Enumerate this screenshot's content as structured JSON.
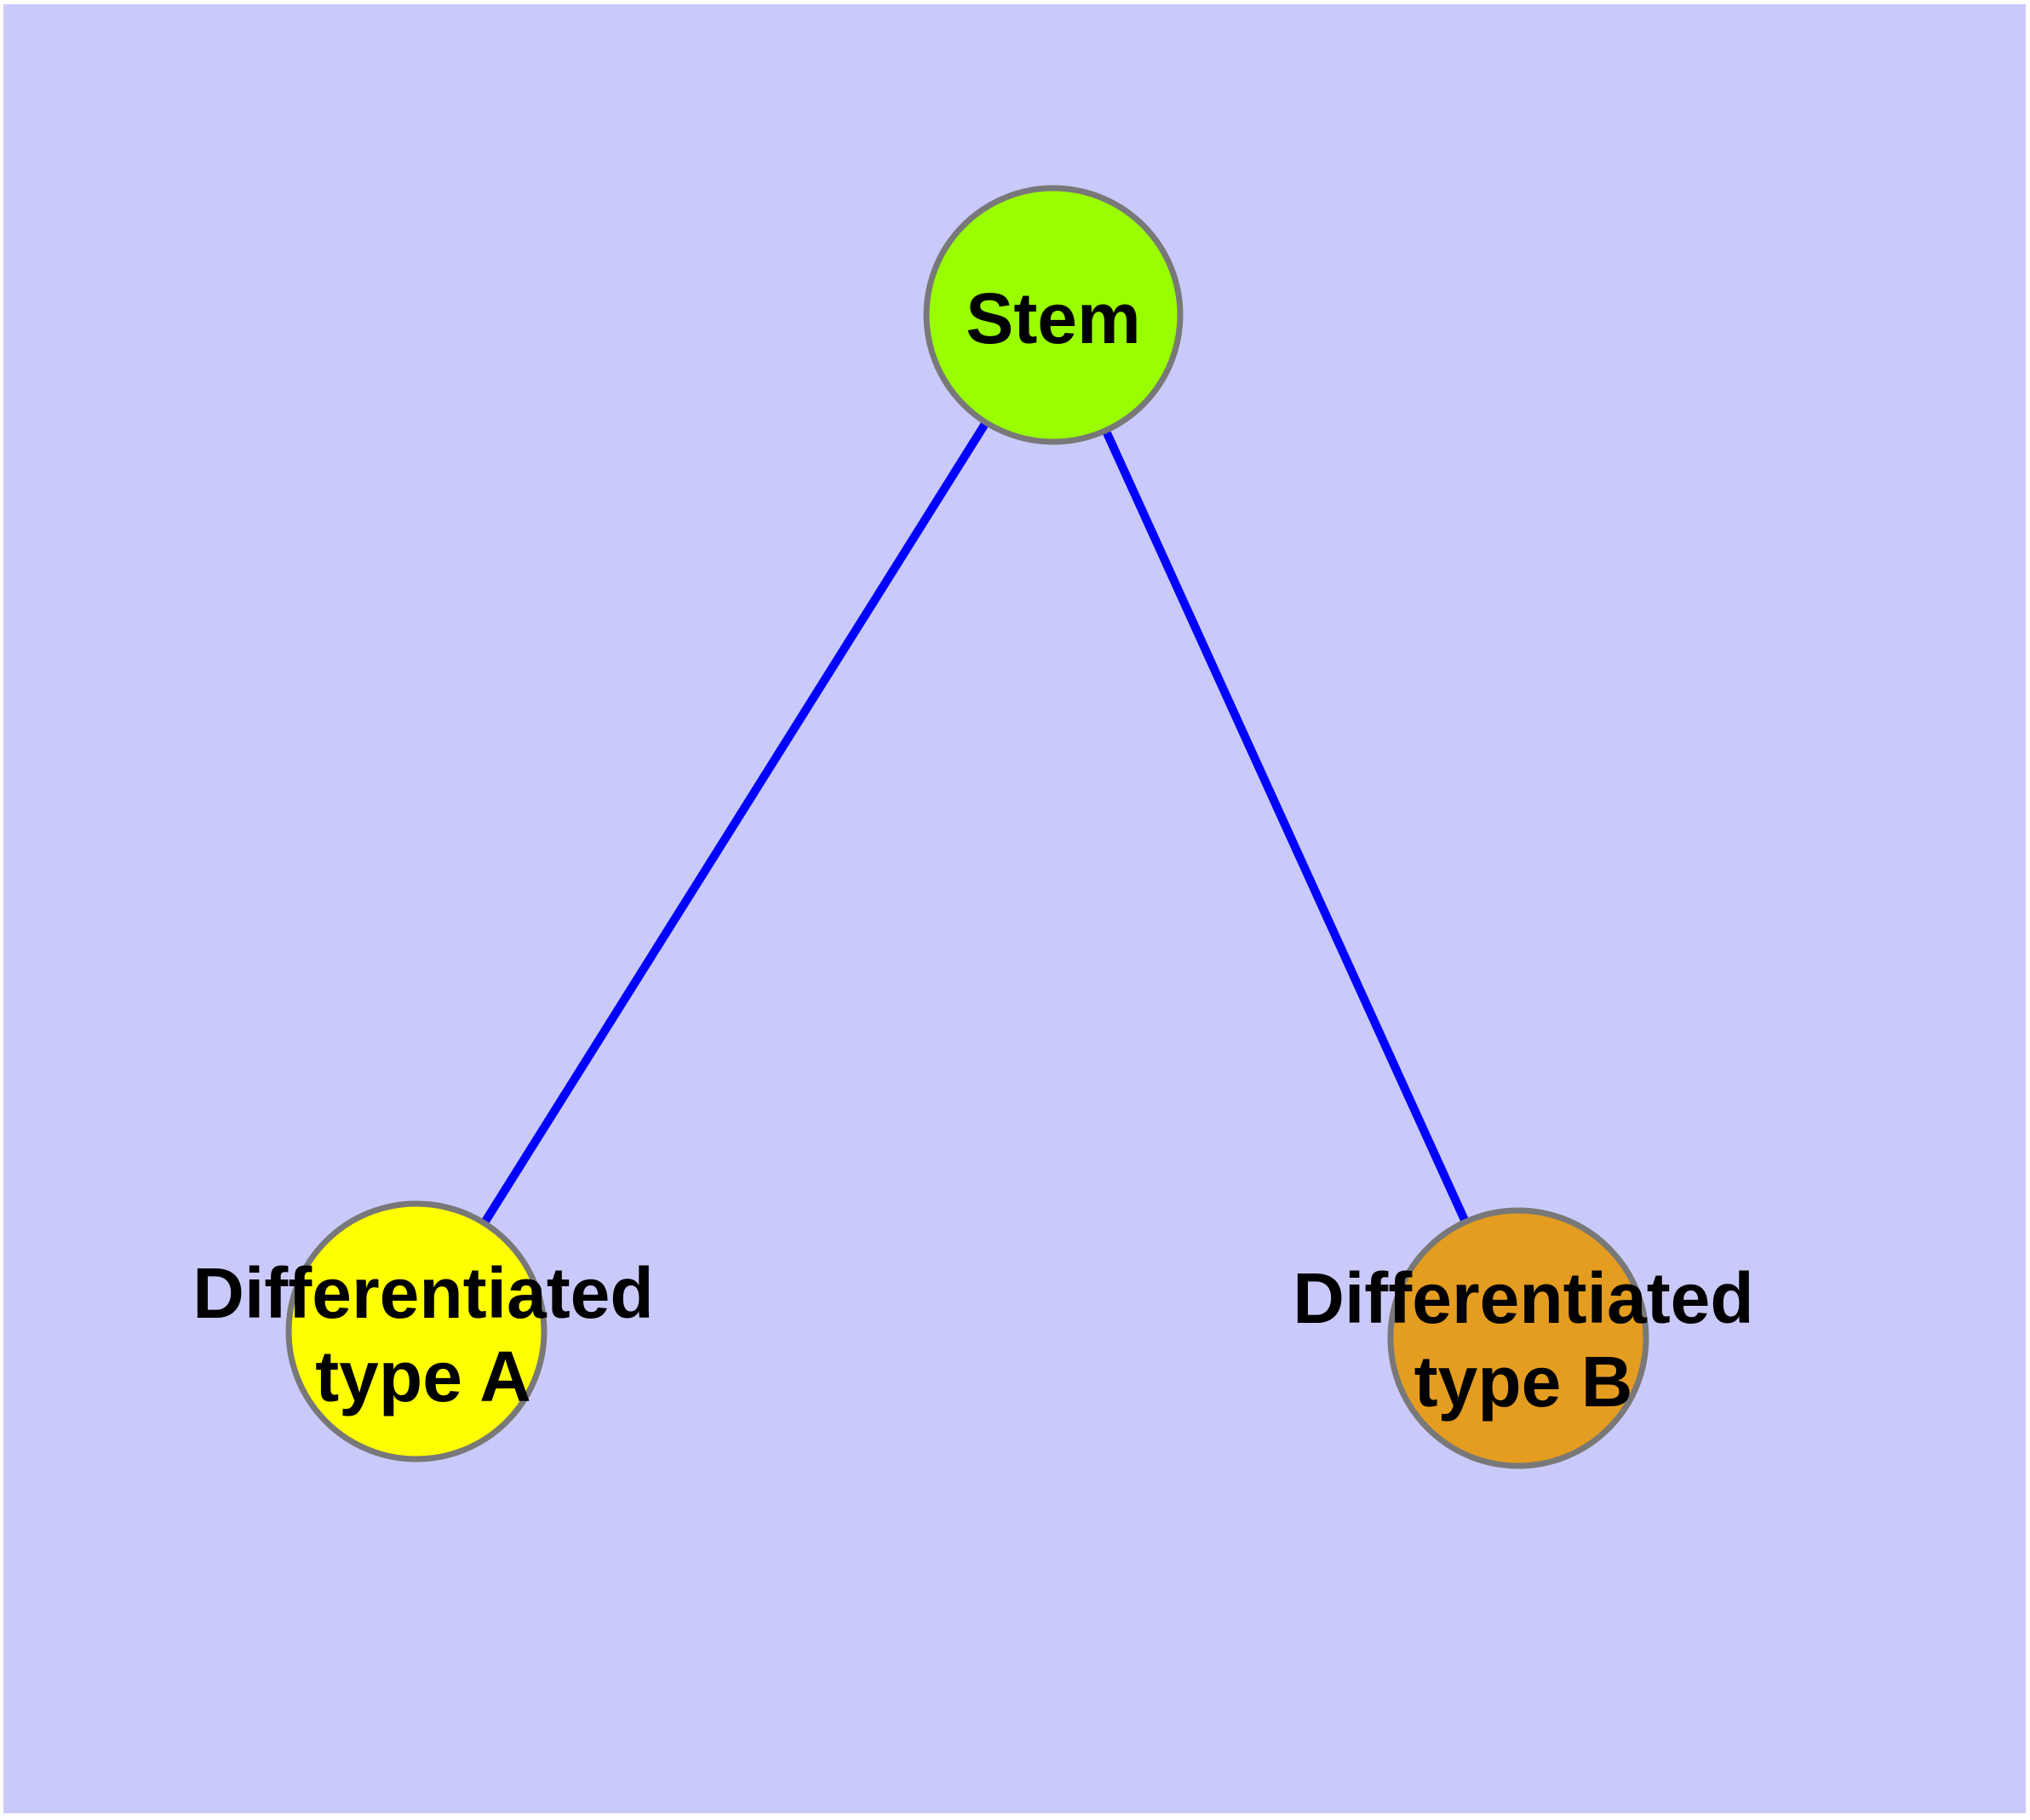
{
  "diagram": {
    "type": "node-link-graph",
    "background_color": "#CACAFA",
    "page_color": "#FFFFFF",
    "edge_color": "#0000FF",
    "node_border_color": "#787878",
    "label_color": "#000000",
    "nodes": [
      {
        "id": "stem",
        "label": "Stem",
        "fill": "#99FE00"
      },
      {
        "id": "differentiated-type-a",
        "label_line1": "Differentiated",
        "label_line2": "type A",
        "fill": "#FFFF00"
      },
      {
        "id": "differentiated-type-b",
        "label_line1": "Differentiated",
        "label_line2": "type B",
        "fill": "#E49D20"
      }
    ],
    "edges": [
      {
        "from": "Stem",
        "to": "Differentiated type A"
      },
      {
        "from": "Stem",
        "to": "Differentiated type B"
      }
    ]
  }
}
